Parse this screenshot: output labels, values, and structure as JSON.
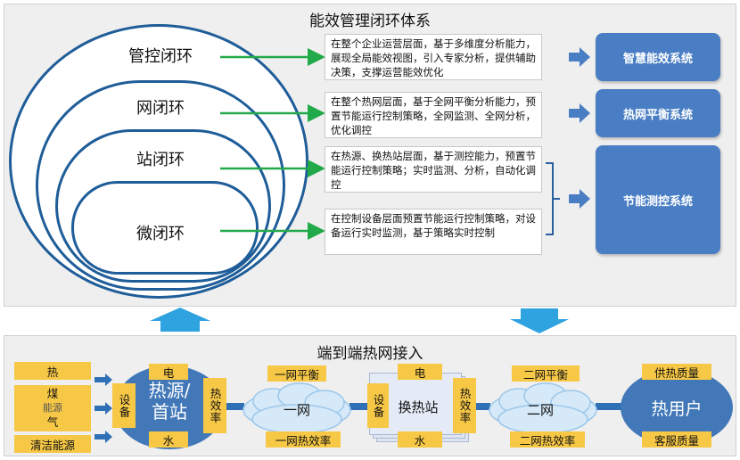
{
  "top": {
    "title": "能效管理闭环体系",
    "rings": [
      "管控闭环",
      "网闭环",
      "站闭环",
      "微闭环"
    ],
    "descriptions": [
      "在整个企业运营层面，基于多维度分析能力，展现全局能效视图，引入专家分析，提供辅助决策，支撑运营能效优化",
      "在整个热网层面，基于全网平衡分析能力，预置节能运行控制策略，全网监测、全网分析，优化调控",
      "在热源、换热站层面，基于测控能力，预置节能运行控制策略；实时监测、分析，自动化调控",
      "在控制设备层面预置节能运行控制策略，对设备运行实时监测，基于策略实时控制"
    ],
    "systems": [
      "智慧能效系统",
      "热网平衡系统",
      "节能测控系统"
    ]
  },
  "bottom": {
    "title": "端到端热网接入",
    "sources": [
      "热",
      "煤",
      "气",
      "清洁能源"
    ],
    "source_overlap": "能源",
    "heat_source": {
      "label": "热源/首站",
      "top": "电",
      "bottom": "水",
      "left": "设备",
      "right": "热效率"
    },
    "net1": {
      "label": "一网",
      "top": "一网平衡",
      "bottom": "一网热效率"
    },
    "station": {
      "label": "换热站",
      "top": "电",
      "bottom": "水",
      "left": "设备",
      "right": "热效率"
    },
    "net2": {
      "label": "二网",
      "top": "二网平衡",
      "bottom": "二网热效率"
    },
    "user": {
      "label": "热用户",
      "top": "供热质量",
      "bottom": "客服质量"
    }
  },
  "colors": {
    "navy": "#1f5d99",
    "green": "#22aa4a",
    "system_blue": "#4a7ec4",
    "gold": "#f7c846",
    "arrow_blue": "#2ea3e0"
  }
}
